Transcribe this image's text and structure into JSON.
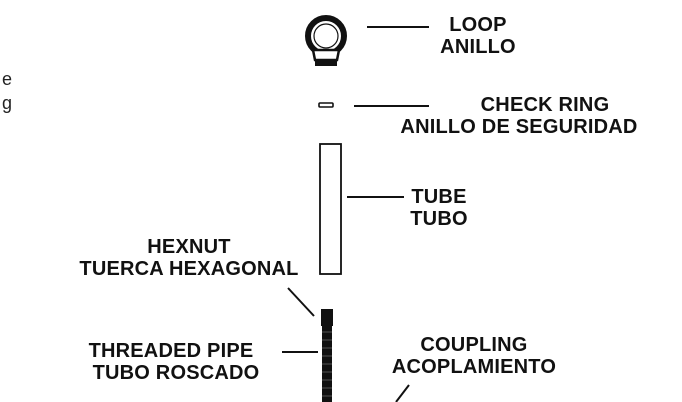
{
  "labels": {
    "loop": {
      "en": "LOOP",
      "es": "ANILLO"
    },
    "check_ring": {
      "en": "CHECK RING",
      "es": "ANILLO DE SEGURIDAD"
    },
    "tube": {
      "en": "TUBE",
      "es": "TUBO"
    },
    "hexnut": {
      "en": "HEXNUT",
      "es": "TUERCA HEXAGONAL"
    },
    "threaded_pipe": {
      "en": "THREADED PIPE",
      "es": "TUBO ROSCADO"
    },
    "coupling": {
      "en": "COUPLING",
      "es": "ACOPLAMIENTO"
    }
  },
  "partial_text": {
    "line1": "e",
    "line2": "g"
  },
  "colors": {
    "ink": "#111111",
    "background": "#ffffff"
  }
}
